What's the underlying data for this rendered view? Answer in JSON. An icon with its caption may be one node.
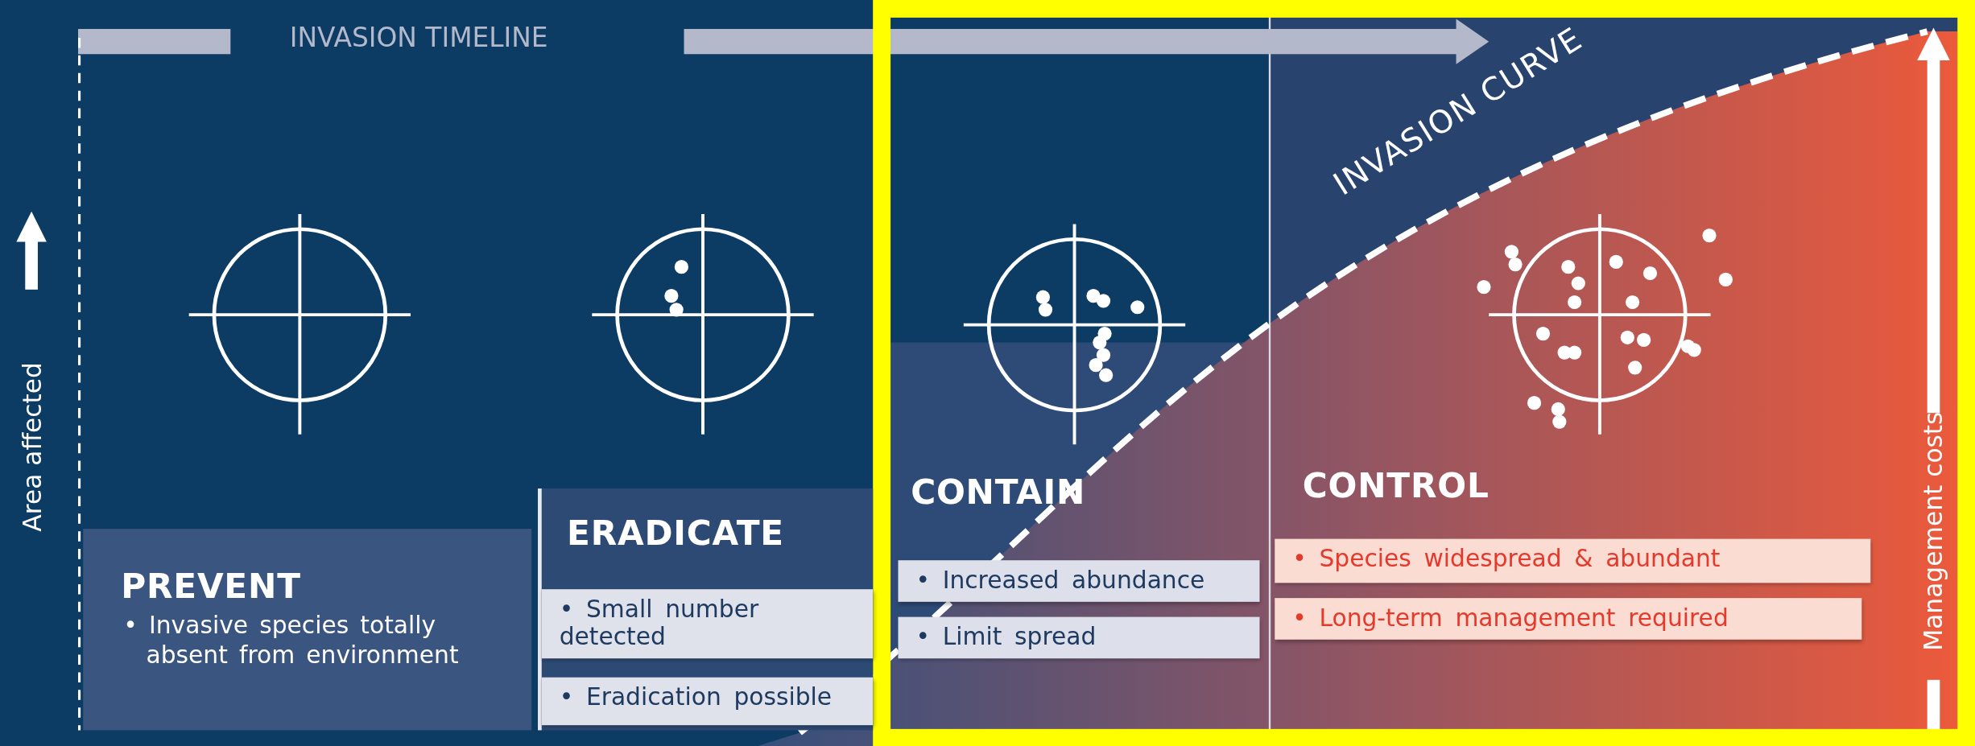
{
  "diagram": {
    "nodes": [
      {
        "text": [
          "PREVENT",
          "• Invasive species totally absent from environment"
        ]
      },
      {
        "text": [
          "ERADICATE"
        ]
      },
      {
        "text": [
          "• Small number detected"
        ],
        "in": 1
      },
      {
        "text": [
          "• Eradication possible"
        ],
        "in": 1
      },
      {
        "text": [
          "CONTAIN"
        ]
      },
      {
        "text": [
          "• Increased abundance"
        ],
        "in": 4
      },
      {
        "text": [
          "• Limit spread"
        ],
        "in": 4
      },
      {
        "text": [
          "CONTROL"
        ]
      },
      {
        "text": [
          "• Species widespread & abundant"
        ],
        "in": 7
      },
      {
        "text": [
          "• Long-term management required"
        ],
        "in": 7
      }
    ],
    "labels": [
      "INVASION TIMELINE",
      "INVASION CURVE",
      "Area affected",
      "Management costs"
    ]
  }
}
